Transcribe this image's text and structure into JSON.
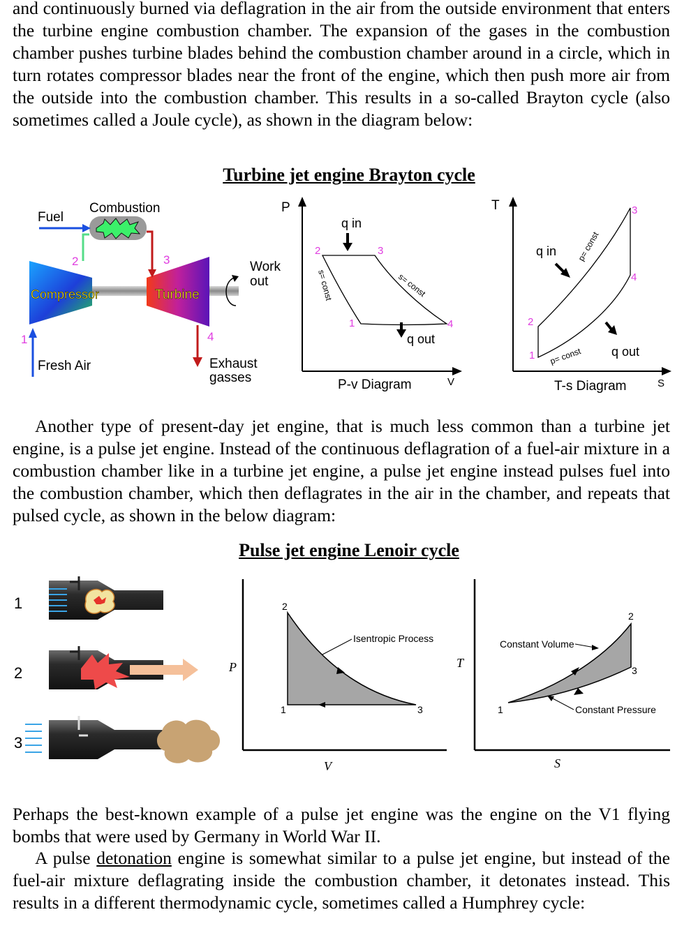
{
  "paragraphs": {
    "p1": "and continuously burned via deflagration in the air from the outside environment that enters the turbine engine combustion chamber. The expansion of the gases in the combustion chamber pushes turbine blades behind the combustion chamber around in a circle, which in turn rotates compressor blades near the front of the engine, which then push more air from the outside into the combustion chamber. This results in a so-called Brayton cycle (also sometimes called a Joule cycle), as shown in the diagram below:",
    "p2": "Another type of present-day jet engine, that is much less common than a turbine jet engine, is a pulse jet engine. Instead of the continuous deflagration of a fuel-air mixture in a combustion chamber like in a turbine jet engine, a pulse jet engine instead pulses fuel into the combustion chamber, which then deflagrates in the air in the chamber, and repeats that pulsed cycle, as shown in the below diagram:",
    "p3": "Perhaps the best-known example of a pulse jet engine was the engine on the V1 flying bombs that were used by Germany in World War II.",
    "p4_a": "A pulse ",
    "p4_link": "detonation",
    "p4_b": " engine is somewhat similar to a pulse jet engine, but instead of the fuel-air mixture deflagrating inside the combustion chamber, it detonates instead.  This results in a different thermodynamic cycle, sometimes called a Humphrey cycle:"
  },
  "brayton": {
    "title": "Turbine jet engine Brayton cycle",
    "engine": {
      "fuel": "Fuel",
      "combustion": "Combustion",
      "compressor": "Compressor",
      "turbine": "Turbine",
      "work": "Work",
      "out": "out",
      "fresh_air": "Fresh Air",
      "exhaust": "Exhaust",
      "gasses": "gasses",
      "n1": "1",
      "n2": "2",
      "n3": "3",
      "n4": "4"
    },
    "pv": {
      "axis_y": "P",
      "axis_x": "V",
      "caption": "P-v Diagram",
      "q_in": "q in",
      "q_out": "q out",
      "s_const_left": "s= const",
      "s_const_right": "s= const",
      "n1": "1",
      "n2": "2",
      "n3": "3",
      "n4": "4"
    },
    "ts": {
      "axis_y": "T",
      "axis_x": "S",
      "caption": "T-s Diagram",
      "q_in": "q in",
      "q_out": "q out",
      "p_const_top": "p= const",
      "p_const_bottom": "p= const",
      "n1": "1",
      "n2": "2",
      "n3": "3",
      "n4": "4"
    }
  },
  "lenoir": {
    "title": "Pulse jet engine Lenoir cycle",
    "steps": [
      "1",
      "2",
      "3"
    ],
    "pv": {
      "axis_y": "P",
      "axis_x": "V",
      "isentropic": "Isentropic Process",
      "n1": "1",
      "n2": "2",
      "n3": "3"
    },
    "ts": {
      "axis_y": "T",
      "axis_x": "S",
      "const_volume": "Constant Volume",
      "const_pressure": "Constant Pressure",
      "n1": "1",
      "n2": "2",
      "n3": "3"
    }
  },
  "colors": {
    "magenta": "#e03ee0",
    "arrow_blue": "#1a4fe0",
    "fuel_green": "#55dd88",
    "exhaust_red": "#c11b1b",
    "cycle_gray": "#a6a6a6",
    "air_blue": "#3aa4e6"
  }
}
